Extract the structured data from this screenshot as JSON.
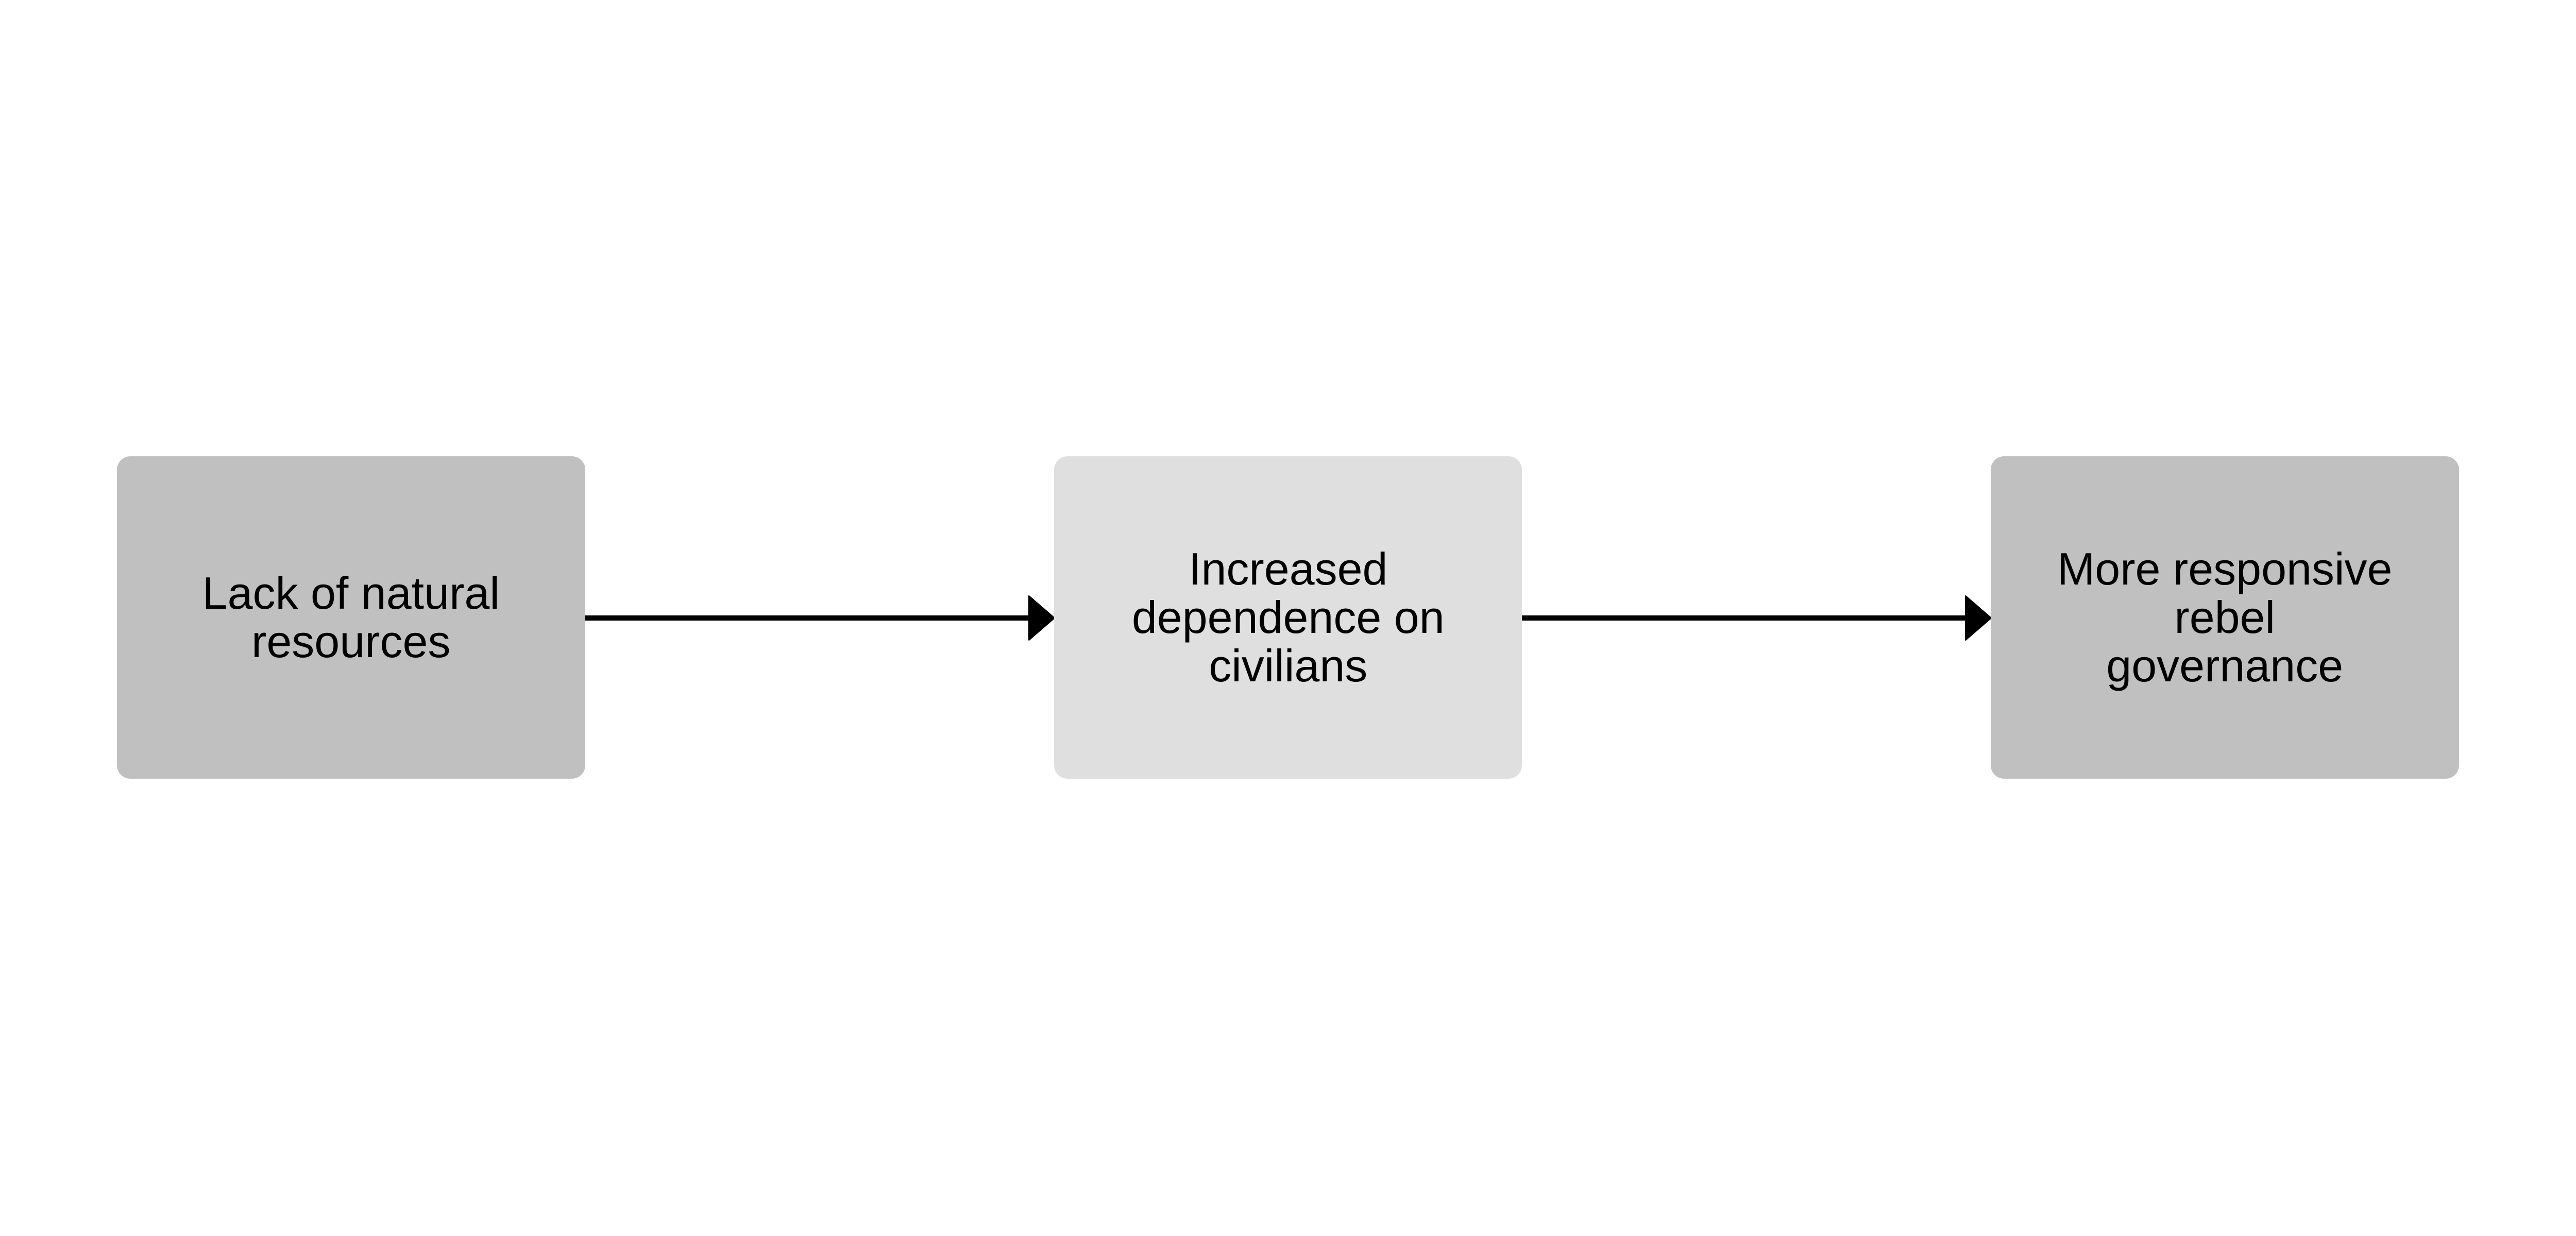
{
  "nodes": [
    {
      "label": "Lack of natural\nresources",
      "color": "#c0c0c0"
    },
    {
      "label": "Increased\ndependence on\ncivilians",
      "color": "#dfdfdf"
    },
    {
      "label": "More responsive\nrebel\ngovernance",
      "color": "#c0c0c0"
    }
  ],
  "edges": [
    {
      "from": "Lack of natural resources",
      "to": "Increased dependence on civilians"
    },
    {
      "from": "Increased dependence on civilians",
      "to": "More responsive rebel governance"
    }
  ],
  "edge_color": "#000000"
}
